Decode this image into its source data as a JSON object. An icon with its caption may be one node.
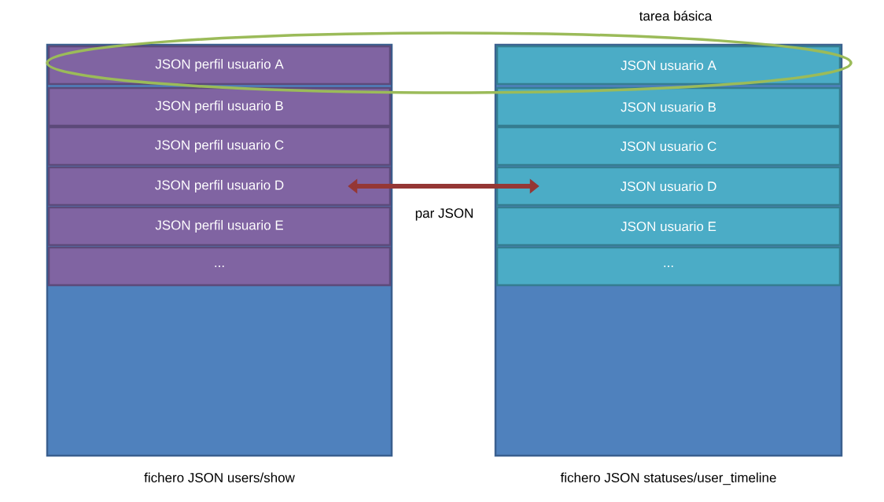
{
  "diagram": {
    "nodes": [
      {
        "text": [
          "tarea básica"
        ]
      },
      {
        "text": [],
        "shape": "box",
        "beside": [
          "fichero JSON users/show"
        ]
      },
      {
        "text": [
          "JSON perfil usuario A"
        ]
      },
      {
        "text": [
          "JSON perfil usuario B"
        ],
        "in": 1
      },
      {
        "text": [
          "JSON perfil usuario C"
        ],
        "in": 1
      },
      {
        "text": [
          "JSON perfil usuario D"
        ],
        "in": 1
      },
      {
        "text": [
          "JSON perfil usuario E"
        ],
        "in": 1
      },
      {
        "text": [
          "..."
        ],
        "in": 1
      },
      {
        "text": [],
        "shape": "box",
        "beside": [
          "fichero JSON statuses/user_timeline"
        ]
      },
      {
        "text": [
          "JSON usuario A"
        ]
      },
      {
        "text": [
          "JSON usuario B"
        ],
        "in": 8
      },
      {
        "text": [
          "JSON usuario C"
        ],
        "in": 8
      },
      {
        "text": [
          "JSON usuario D"
        ],
        "in": 8
      },
      {
        "text": [
          "JSON usuario E"
        ],
        "in": 8
      },
      {
        "text": [
          "..."
        ],
        "in": 8
      }
    ],
    "edges": [
      {
        "from": 5,
        "to": 12,
        "arrow": "both",
        "label": "par JSON"
      }
    ]
  }
}
